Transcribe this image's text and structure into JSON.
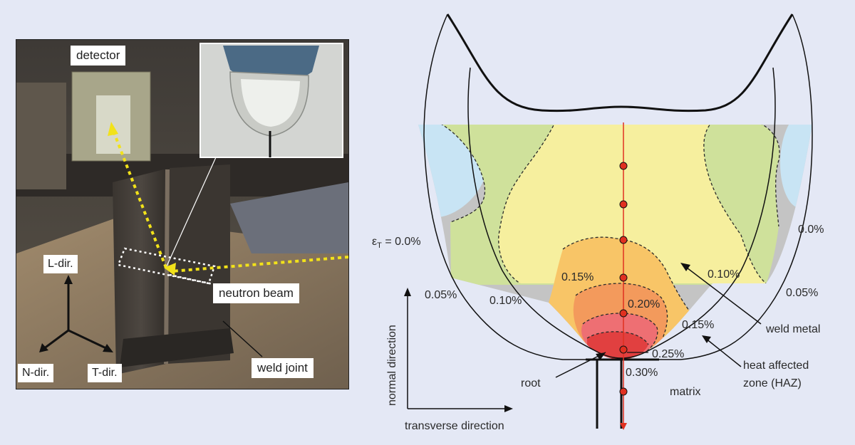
{
  "photo": {
    "labels": {
      "detector": "detector",
      "neutron_beam": "neutron beam",
      "weld_joint": "weld joint",
      "l_dir": "L-dir.",
      "n_dir": "N-dir.",
      "t_dir": "T-dir."
    }
  },
  "diagram": {
    "strain_labels": {
      "eps_symbol": "ε",
      "eps_sub": "T",
      "eps_rest": " = 0.0%",
      "left_0_05": "0.05%",
      "left_0_10": "0.10%",
      "c_0_15": "0.15%",
      "c_0_20": "0.20%",
      "c_0_25": "0.25%",
      "c_0_30": "0.30%",
      "r_0_15": "0.15%",
      "r_0_10": "0.10%",
      "r_0_05": "0.05%",
      "r_0_0": "0.0%"
    },
    "region_labels": {
      "weld_metal": "weld metal",
      "haz_line1": "heat affected",
      "haz_line2": "zone (HAZ)",
      "root": "root",
      "matrix": "matrix"
    },
    "axes": {
      "normal": "normal direction",
      "transverse": "transverse direction"
    },
    "colors": {
      "gray": "#c4c4c4",
      "blue": "#c8e4f4",
      "green": "#cfe19b",
      "yellow": "#f6ef9e",
      "orange": "#f8c567",
      "dark_orange": "#f39a5c",
      "pink": "#ee6f73",
      "red": "#e14040",
      "measure_line": "#e03020",
      "beam": "#f2e21a"
    }
  }
}
